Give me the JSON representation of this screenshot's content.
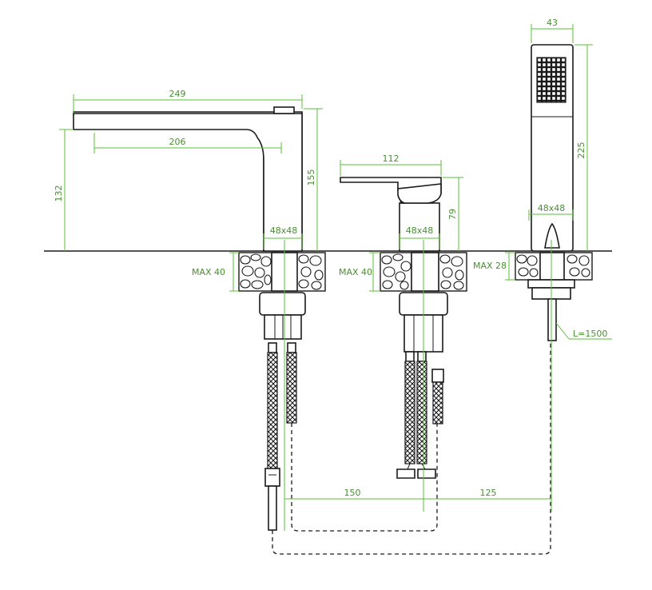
{
  "dimensions": {
    "spout_length": "249",
    "spout_reach": "206",
    "spout_height": "132",
    "spout_total_height": "155",
    "spout_base": "48x48",
    "lever_length": "112",
    "mixer_height": "79",
    "mixer_base": "48x48",
    "shower_width": "43",
    "shower_height": "225",
    "shower_base": "48x48",
    "max_deck_spout": "MAX 40",
    "max_deck_mixer": "MAX 40",
    "max_deck_shower": "MAX 28",
    "hose_length": "L=1500",
    "spacing_spout_mixer": "150",
    "spacing_mixer_shower": "125"
  },
  "colors": {
    "dimension_lines": "#5bbf3a",
    "dimension_text": "#4a8f33",
    "outline": "#1a1a1a"
  }
}
